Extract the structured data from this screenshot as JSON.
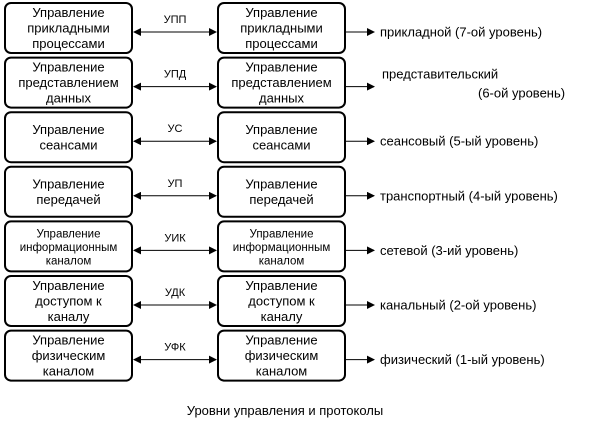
{
  "caption": "Уровни управления и протоколы",
  "layers": [
    {
      "left": [
        "Управление",
        "прикладными",
        "процессами"
      ],
      "protocol": "УПП",
      "right": [
        "Управление",
        "прикладными",
        "процессами"
      ],
      "level": [
        "прикладной (7-ой уровень)"
      ]
    },
    {
      "left": [
        "Управление",
        "представлением",
        "данных"
      ],
      "protocol": "УПД",
      "right": [
        "Управление",
        "представлением",
        "данных"
      ],
      "level": [
        "представительский",
        "(6-ой уровень)"
      ]
    },
    {
      "left": [
        "Управление",
        "сеансами"
      ],
      "protocol": "УС",
      "right": [
        "Управление",
        "сеансами"
      ],
      "level": [
        "сеансовый (5-ый уровень)"
      ]
    },
    {
      "left": [
        "Управление",
        "передачей"
      ],
      "protocol": "УП",
      "right": [
        "Управление",
        "передачей"
      ],
      "level": [
        "транспортный (4-ый уровень)"
      ]
    },
    {
      "left": [
        "Управление",
        "информационным",
        "каналом"
      ],
      "protocol": "УИК",
      "right": [
        "Управление",
        "информационным",
        "каналом"
      ],
      "level": [
        "сетевой (3-ий уровень)"
      ],
      "small": true
    },
    {
      "left": [
        "Управление",
        "доступом к",
        "каналу"
      ],
      "protocol": "УДК",
      "right": [
        "Управление",
        "доступом к",
        "каналу"
      ],
      "level": [
        "канальный (2-ой уровень)"
      ]
    },
    {
      "left": [
        "Управление",
        "физическим",
        "каналом"
      ],
      "protocol": "УФК",
      "right": [
        "Управление",
        "физическим",
        "каналом"
      ],
      "level": [
        "физический (1-ый уровень)"
      ]
    }
  ]
}
